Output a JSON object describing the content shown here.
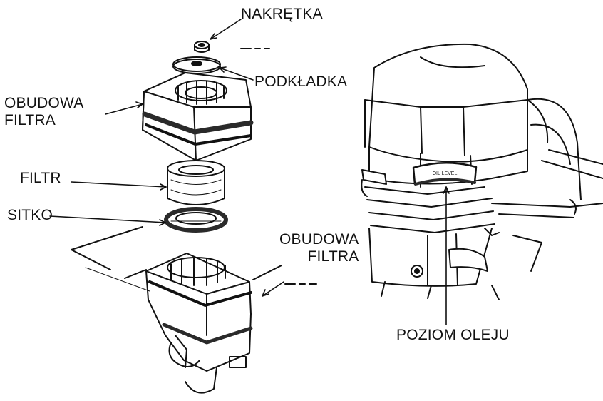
{
  "labels": {
    "nut": "NAKRĘTKA",
    "washer": "PODKŁADKA",
    "cover_line1": "OBUDOWA",
    "cover_line2": "FILTRA",
    "filter": "FILTR",
    "screen": "SITKO",
    "base_line1": "OBUDOWA",
    "base_line2": "FILTRA",
    "oil_level": "POZIOM OLEJU",
    "gauge_marking": "OIL LEVEL"
  },
  "colors": {
    "ink": "#111111",
    "background": "#ffffff",
    "shade": "#2a2a2a"
  }
}
